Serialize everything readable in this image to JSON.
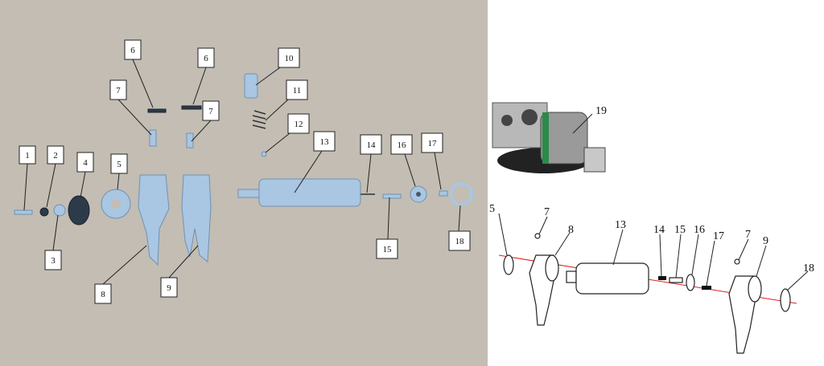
{
  "photo_callouts": [
    {
      "id": "c1",
      "label": "1"
    },
    {
      "id": "c2",
      "label": "2"
    },
    {
      "id": "c3",
      "label": "3"
    },
    {
      "id": "c4",
      "label": "4"
    },
    {
      "id": "c5",
      "label": "5"
    },
    {
      "id": "c6a",
      "label": "6"
    },
    {
      "id": "c6b",
      "label": "6"
    },
    {
      "id": "c7a",
      "label": "7"
    },
    {
      "id": "c7b",
      "label": "7"
    },
    {
      "id": "c8",
      "label": "8"
    },
    {
      "id": "c9",
      "label": "9"
    },
    {
      "id": "c10",
      "label": "10"
    },
    {
      "id": "c11",
      "label": "11"
    },
    {
      "id": "c12",
      "label": "12"
    },
    {
      "id": "c13",
      "label": "13"
    },
    {
      "id": "c14",
      "label": "14"
    },
    {
      "id": "c15",
      "label": "15"
    },
    {
      "id": "c16",
      "label": "16"
    },
    {
      "id": "c17",
      "label": "17"
    },
    {
      "id": "c18",
      "label": "18"
    }
  ],
  "actuator_label": "19",
  "drawing_labels": [
    "5",
    "7",
    "8",
    "13",
    "14",
    "15",
    "16",
    "17",
    "7",
    "9",
    "18"
  ],
  "colors": {
    "photo_bg": "#c3bdb3",
    "parts": "#a9c6e2",
    "axis": "#dd2222"
  }
}
